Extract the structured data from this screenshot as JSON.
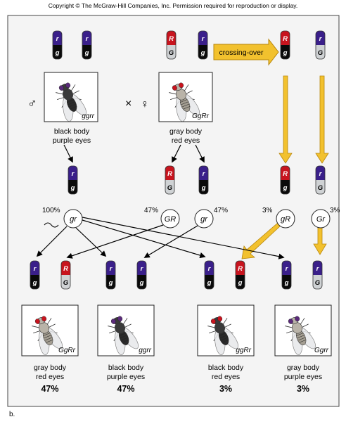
{
  "copyright": "Copyright © The McGraw-Hill Companies, Inc. Permission required for reproduction or display.",
  "panel_label": "b.",
  "crossing_over_label": "crossing-over",
  "cross_symbol": "×",
  "male_symbol": "♂",
  "female_symbol": "♀",
  "colors": {
    "purple": "#3a1f8a",
    "red": "#c8141e",
    "black": "#0a0a0a",
    "gray": "#cfd2d4",
    "arrow_yellow": "#f2c12e",
    "arrow_yellow_edge": "#b8860b",
    "panel_bg": "#f4f4f4"
  },
  "parents": {
    "male": {
      "genotype": "ggrr",
      "phenotype_line1": "black body",
      "phenotype_line2": "purple eyes",
      "chromosomes": [
        {
          "top": "r",
          "bottom": "g"
        },
        {
          "top": "r",
          "bottom": "g"
        }
      ]
    },
    "female": {
      "genotype": "GgRr",
      "phenotype_line1": "gray body",
      "phenotype_line2": "red eyes",
      "chromosomes": [
        {
          "top": "R",
          "bottom": "G"
        },
        {
          "top": "r",
          "bottom": "g"
        }
      ]
    }
  },
  "recombinant_source": [
    {
      "top": "R",
      "bottom": "g"
    },
    {
      "top": "r",
      "bottom": "G"
    }
  ],
  "gametes": {
    "male": {
      "label": "gr",
      "percent": "100%",
      "chromosome": {
        "top": "r",
        "bottom": "g"
      }
    },
    "female": [
      {
        "label": "GR",
        "percent": "47%",
        "chromosome": {
          "top": "R",
          "bottom": "G"
        }
      },
      {
        "label": "gr",
        "percent": "47%",
        "chromosome": {
          "top": "r",
          "bottom": "g"
        }
      },
      {
        "label": "gR",
        "percent": "3%",
        "chromosome": {
          "top": "R",
          "bottom": "g"
        }
      },
      {
        "label": "Gr",
        "percent": "3%",
        "chromosome": {
          "top": "r",
          "bottom": "G"
        }
      }
    ]
  },
  "offspring": [
    {
      "genotype": "GgRr",
      "phenotype_line1": "gray body",
      "phenotype_line2": "red eyes",
      "percent": "47%",
      "chromosomes": [
        {
          "top": "r",
          "bottom": "g"
        },
        {
          "top": "R",
          "bottom": "G"
        }
      ]
    },
    {
      "genotype": "ggrr",
      "phenotype_line1": "black body",
      "phenotype_line2": "purple eyes",
      "percent": "47%",
      "chromosomes": [
        {
          "top": "r",
          "bottom": "g"
        },
        {
          "top": "r",
          "bottom": "g"
        }
      ]
    },
    {
      "genotype": "ggRr",
      "phenotype_line1": "black body",
      "phenotype_line2": "red eyes",
      "percent": "3%",
      "chromosomes": [
        {
          "top": "r",
          "bottom": "g"
        },
        {
          "top": "R",
          "bottom": "g"
        }
      ]
    },
    {
      "genotype": "Ggrr",
      "phenotype_line1": "gray body",
      "phenotype_line2": "purple eyes",
      "percent": "3%",
      "chromosomes": [
        {
          "top": "r",
          "bottom": "g"
        },
        {
          "top": "r",
          "bottom": "G"
        }
      ]
    }
  ]
}
